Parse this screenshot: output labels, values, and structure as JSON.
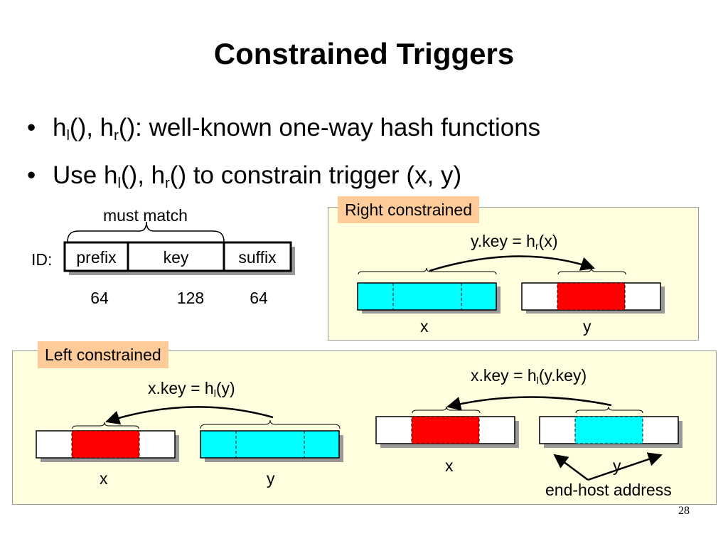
{
  "slide": {
    "title": "Constrained Triggers",
    "number": "28"
  },
  "bullets": [
    {
      "marker": "•",
      "p1": "h",
      "s1": "l",
      "p2": "(), h",
      "s2": "r",
      "p3": "(): well-known one-way hash functions"
    },
    {
      "marker": "•",
      "p1": "Use h",
      "s1": "l",
      "p2": "(), h",
      "s2": "r",
      "p3": "() to constrain trigger (x, y)"
    }
  ],
  "id_diagram": {
    "label": "ID:",
    "brace_label": "must match",
    "fields": [
      {
        "name": "prefix",
        "bits": "64"
      },
      {
        "name": "key",
        "bits": "128"
      },
      {
        "name": "suffix",
        "bits": "64"
      }
    ]
  },
  "right_panel": {
    "tag": "Right constrained",
    "eq": {
      "p1": "y.key = h",
      "sub": "r",
      "p2": "(x)"
    },
    "x_label": "x",
    "y_label": "y"
  },
  "left_panel": {
    "tag": "Left constrained",
    "eq1": {
      "p1": "x.key = h",
      "sub": "l",
      "p2": "(y)"
    },
    "x1_label": "x",
    "y1_label": "y",
    "eq2": {
      "p1": "x.key = h",
      "sub": "l",
      "p2": "(y.key)"
    },
    "x2_label": "x",
    "y2_label": "y",
    "end_host": "end-host address"
  },
  "colors": {
    "cyan": "#00ffff",
    "red": "#ff0000",
    "panel_fill": "#ffffe0",
    "tag_fill": "#ffcc99",
    "shadow": "#999999"
  }
}
